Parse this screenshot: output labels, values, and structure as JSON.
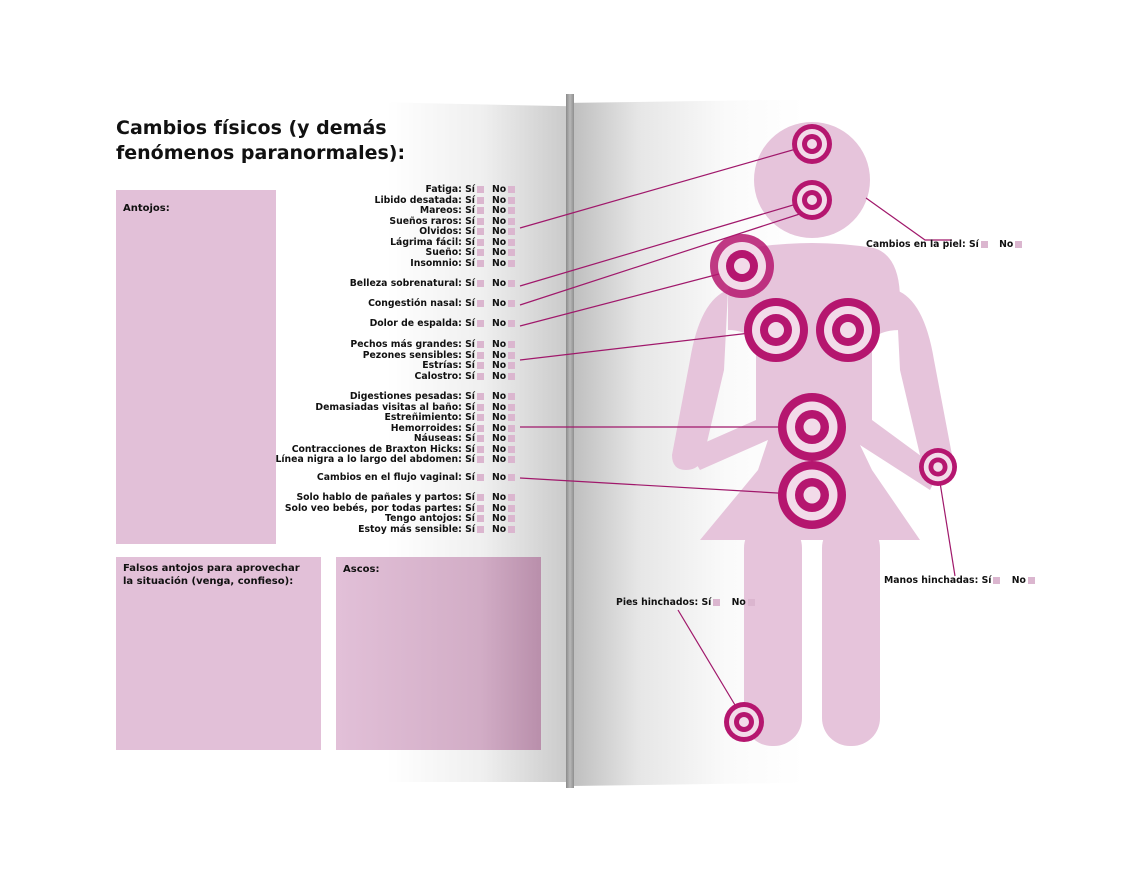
{
  "title": "Cambios físicos (y demás fenómenos paranormales):",
  "boxes": {
    "antojos": "Antojos:",
    "falsos": "Falsos antojos para aprovechar la situación (venga, confieso):",
    "ascos": "Ascos:"
  },
  "answer": {
    "yes": "Sí",
    "no": "No"
  },
  "groups": [
    [
      "Fatiga:",
      "Libido desatada:",
      "Mareos:",
      "Sueños raros:",
      "Olvidos:",
      "Lágrima fácil:",
      "Sueño:",
      "Insomnio:"
    ],
    [
      "Belleza sobrenatural:"
    ],
    [
      "Congestión nasal:"
    ],
    [
      "Dolor de espalda:"
    ],
    [
      "Pechos más grandes:",
      "Pezones sensibles:",
      "Estrías:",
      "Calostro:"
    ],
    [
      "Digestiones pesadas:",
      "Demasiadas visitas al baño:",
      "Estreñimiento:",
      "Hemorroides:",
      "Náuseas:",
      "Contracciones de Braxton Hicks:",
      "Línea nigra a lo largo del abdomen:"
    ],
    [
      "Cambios en el flujo vaginal:"
    ],
    [
      "Solo hablo de pañales y partos:",
      "Solo veo bebés, por todas partes:",
      "Tengo antojos:",
      "Estoy más sensible:"
    ]
  ],
  "right_labels": {
    "piel": "Cambios en la piel:",
    "manos": "Manos hinchadas:",
    "pies": "Pies hinchados:"
  },
  "colors": {
    "box": "#e2c0d8",
    "figure": "#e6c4db",
    "target": "#b5166f",
    "checkbox": "#dbb6cf"
  }
}
